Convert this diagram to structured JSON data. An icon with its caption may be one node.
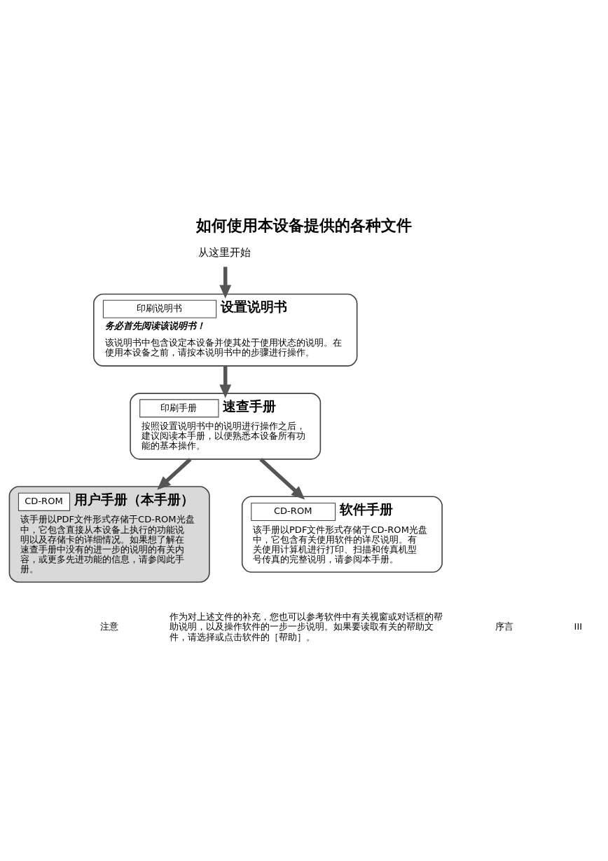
{
  "diagram": {
    "title": "如何使用本设备提供的各种文件",
    "nodes": [
      {
        "text": [
          "从这里开始"
        ]
      },
      {
        "text": [
          "印刷说明书",
          "设置说明书",
          "务必首先阅读该说明书！",
          "该说明书中包含设定本设备并使其处于使用状态的说明。在使用本设备之前，请按本说明书中的步骤进行操作。"
        ]
      },
      {
        "text": [
          "印刷手册",
          "速查手册",
          "按照设置说明书中的说明进行操作之后，建议阅读本手册，以便熟悉本设备所有功能的基本操作。"
        ]
      },
      {
        "text": [
          "CD-ROM",
          "用户手册（本手册）",
          "该手册以PDF文件形式存储于CD-ROM光盘中，它包含直接从本设备上执行的功能说明以及存储卡的详细情况。如果想了解在速查手册中没有的进一步的说明的有关内容，或更多先进功能的信息，请参阅此手册。"
        ]
      },
      {
        "text": [
          "CD-ROM",
          "软件手册",
          "该手册以PDF文件形式存储于CD-ROM光盘中，它包含有关使用软件的详尽说明。有关使用计算机进行打印、扫描和传真机型号传真的完整说明，请参阅本手册。"
        ]
      }
    ],
    "edges": [
      {
        "from": 0,
        "to": 1,
        "arrow": "to"
      },
      {
        "from": 1,
        "to": 2,
        "arrow": "to"
      },
      {
        "from": 2,
        "to": 3,
        "arrow": "to"
      },
      {
        "from": 2,
        "to": 4,
        "arrow": "to"
      }
    ],
    "labels": [
      "注意",
      "作为对上述文件的补充，您也可以参考软件中有关视窗或对话框的帮助说明，以及操作软件的一步一步说明。如果要读取有关的帮助文件，请选择或点击软件的［帮助］。",
      "序言",
      "III"
    ]
  }
}
